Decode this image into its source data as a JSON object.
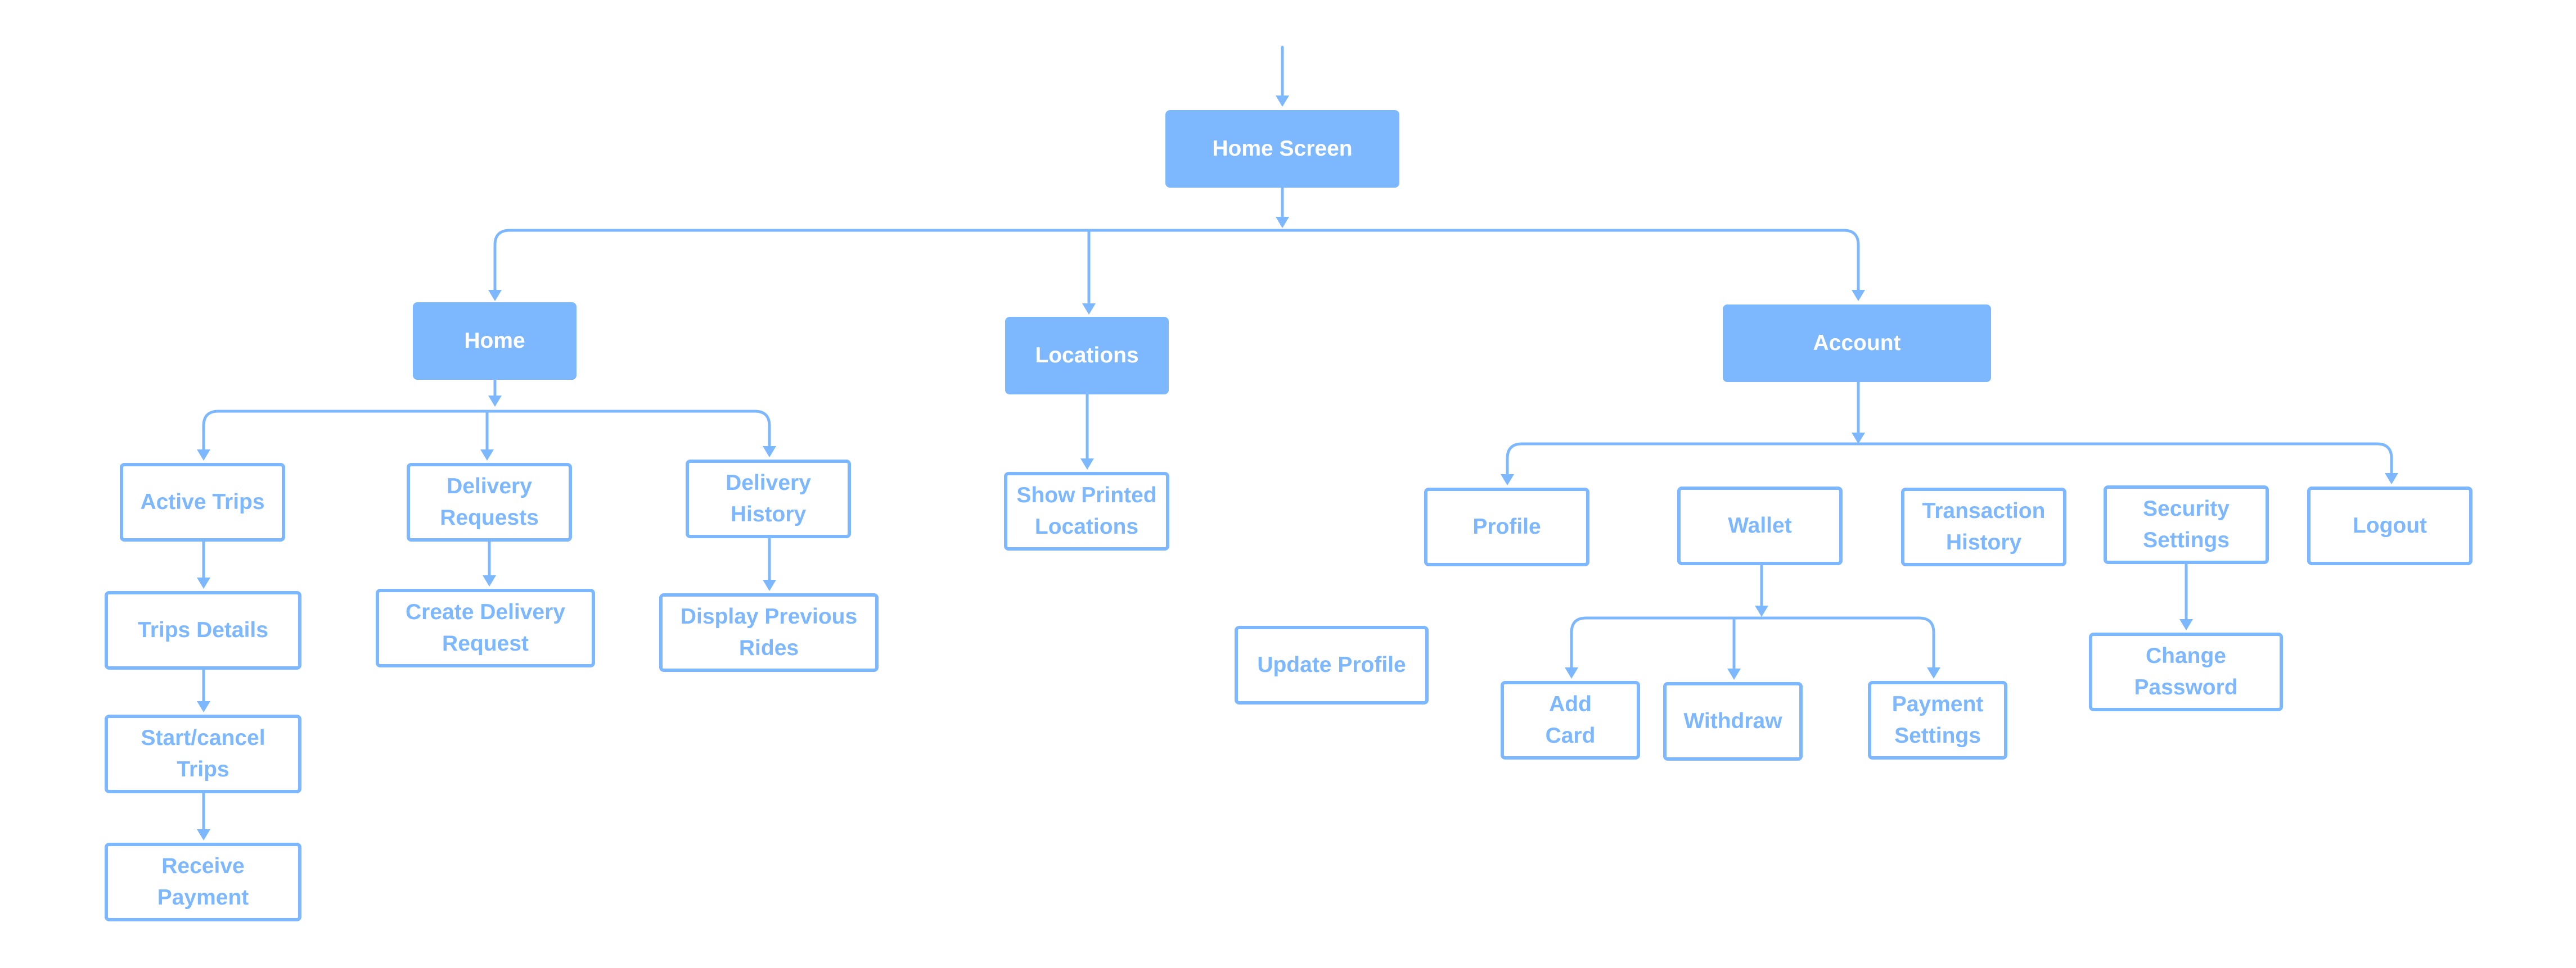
{
  "diagram": {
    "colors": {
      "primary_fill": "#7db8ff",
      "line": "#7db8ff",
      "secondary_text": "#7db8ff",
      "primary_text": "#ffffff"
    },
    "nodes": {
      "home_screen": "Home Screen",
      "home": "Home",
      "locations": "Locations",
      "account": "Account",
      "active_trips": "Active Trips",
      "delivery_requests": "Delivery\nRequests",
      "delivery_history": "Delivery\nHistory",
      "trips_details": "Trips Details",
      "create_delivery_request": "Create Delivery\nRequest",
      "display_previous_rides": "Display Previous\nRides",
      "start_cancel_trips": "Start/cancel\nTrips",
      "receive_payment": "Receive\nPayment",
      "show_printed_locations": "Show Printed\nLocations",
      "update_profile": "Update Profile",
      "profile": "Profile",
      "wallet": "Wallet",
      "transaction_history": "Transaction\nHistory",
      "security_settings": "Security\nSettings",
      "logout": "Logout",
      "add_card": "Add\nCard",
      "withdraw": "Withdraw",
      "payment_settings": "Payment\nSettings",
      "change_password": "Change\nPassword"
    }
  }
}
